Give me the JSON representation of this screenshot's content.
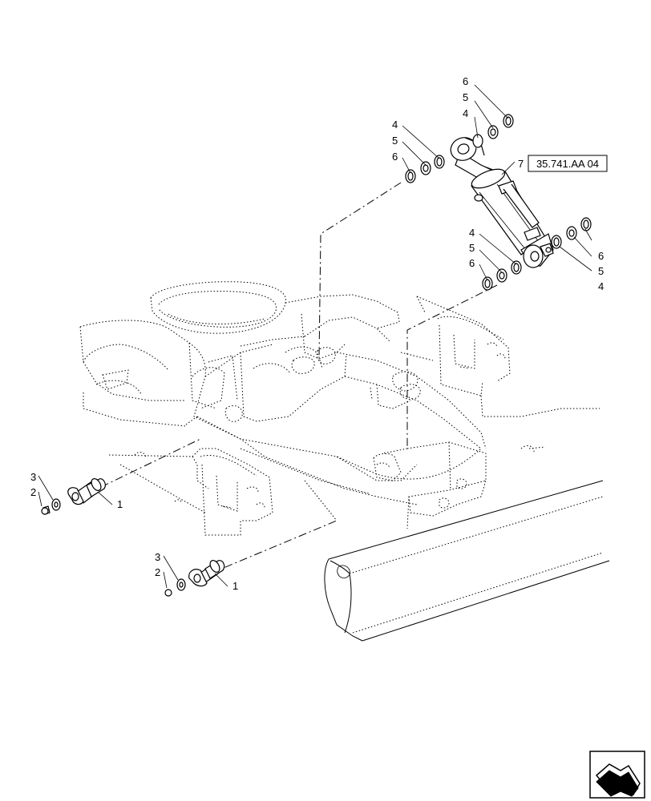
{
  "callouts": {
    "p1a": "1",
    "p1b": "1",
    "p2a": "2",
    "p2b": "2",
    "p3a": "3",
    "p3b": "3",
    "p4a": "4",
    "p4b": "4",
    "p4c": "4",
    "p4d": "4",
    "p5a": "5",
    "p5b": "5",
    "p5c": "5",
    "p5d": "5",
    "p6a": "6",
    "p6b": "6",
    "p6c": "6",
    "p6d": "6",
    "p7": "7"
  },
  "reference": "35.741.AA 04",
  "nav_icon": "next-page-arrow-icon"
}
